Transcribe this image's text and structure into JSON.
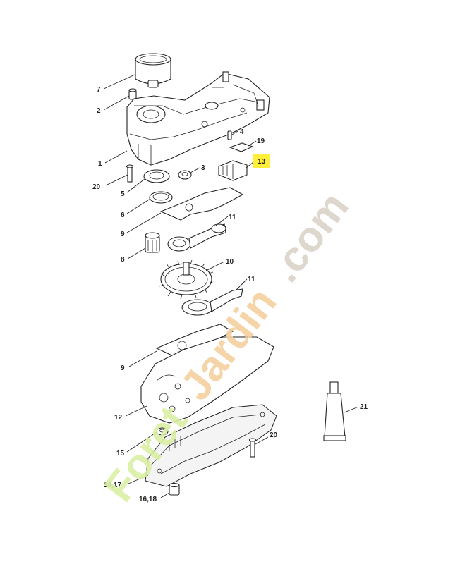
{
  "colors": {
    "highlight": "#ffef3a",
    "watermark_green": "#d9eea3",
    "watermark_orange": "#f4cf9f",
    "watermark_grey": "#d9d3c8",
    "line": "#222222"
  },
  "callouts": [
    {
      "id": "7",
      "label": "7"
    },
    {
      "id": "2",
      "label": "2"
    },
    {
      "id": "4",
      "label": "4"
    },
    {
      "id": "19",
      "label": "19"
    },
    {
      "id": "13",
      "label": "13",
      "highlighted": true
    },
    {
      "id": "1",
      "label": "1"
    },
    {
      "id": "3",
      "label": "3"
    },
    {
      "id": "20a",
      "label": "20"
    },
    {
      "id": "5",
      "label": "5"
    },
    {
      "id": "6",
      "label": "6"
    },
    {
      "id": "9a",
      "label": "9"
    },
    {
      "id": "11a",
      "label": "11"
    },
    {
      "id": "8",
      "label": "8"
    },
    {
      "id": "10",
      "label": "10"
    },
    {
      "id": "11b",
      "label": "11"
    },
    {
      "id": "9b",
      "label": "9"
    },
    {
      "id": "12",
      "label": "12"
    },
    {
      "id": "21",
      "label": "21"
    },
    {
      "id": "20b",
      "label": "20"
    },
    {
      "id": "15",
      "label": "15"
    },
    {
      "id": "14_17",
      "label": "14,17"
    },
    {
      "id": "16_18",
      "label": "16,18"
    }
  ],
  "watermark": {
    "part1": "Foret",
    "part2": "Jardin",
    "part3": ".com"
  }
}
